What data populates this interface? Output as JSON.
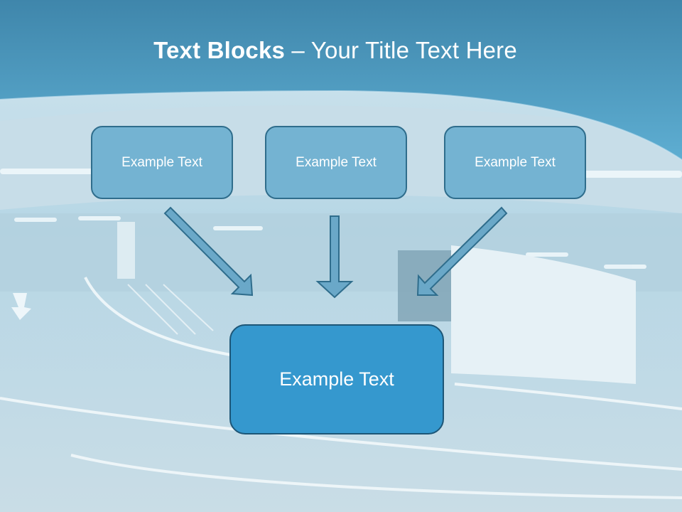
{
  "title": {
    "bold_part": "Text Blocks",
    "separator": " – ",
    "rest": "Your Title Text Here"
  },
  "top_blocks": [
    {
      "label": "Example Text"
    },
    {
      "label": "Example Text"
    },
    {
      "label": "Example Text"
    }
  ],
  "bottom_block": {
    "label": "Example Text"
  },
  "colors": {
    "header": "#4fa0c8",
    "small_box_fill": "#74b3d2",
    "large_box_fill": "#3598ce",
    "arrow_fill": "#6aa8c8"
  }
}
